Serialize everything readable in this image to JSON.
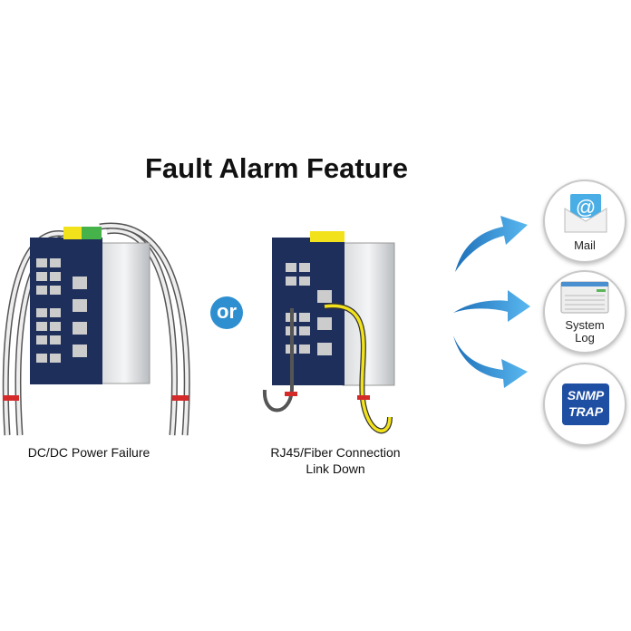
{
  "title": "Fault Alarm Feature",
  "scenarios": [
    {
      "caption": "DC/DC Power Failure"
    },
    {
      "caption_line1": "RJ45/Fiber Connection",
      "caption_line2": "Link Down"
    }
  ],
  "or_label": "or",
  "notifications": [
    {
      "label": "Mail",
      "icon": "mail-icon"
    },
    {
      "label_line1": "System",
      "label_line2": "Log",
      "icon": "system-log-icon"
    },
    {
      "badge_line1": "SNMP",
      "badge_line2": "TRAP",
      "icon": "snmp-trap-icon"
    }
  ],
  "colors": {
    "arrow": "#3a9be0",
    "switch_front": "#1e2f5c",
    "cable_yellow": "#f2e21c",
    "or_badge": "#2e8fd0",
    "snmp_badge": "#1f4fa3"
  }
}
